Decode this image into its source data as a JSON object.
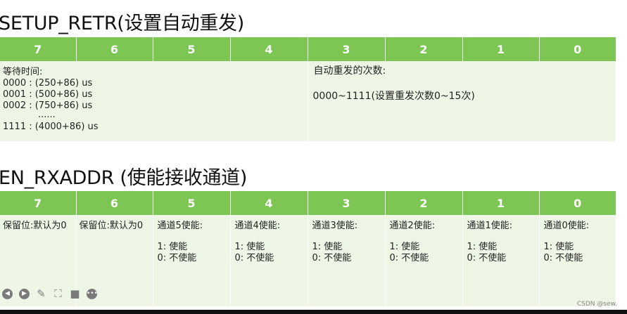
{
  "heading1": "SETUP_RETR(设置自动重发)",
  "heading2": "EN_RXADDR (使能接收通道)",
  "bits": [
    "7",
    "6",
    "5",
    "4",
    "3",
    "2",
    "1",
    "0"
  ],
  "table1": {
    "wait_title": "等待时间:",
    "wait_lines": [
      "0000 : (250+86) us",
      "0001 : (500+86) us",
      "0002 : (750+86) us"
    ],
    "ellipsis": "......",
    "wait_last": "1111 : (4000+86) us",
    "retry_title": "自动重发的次数:",
    "retry_range": "0000~1111(设置重发次数0~15次)"
  },
  "table2": {
    "reserved": "保留位:默认为0",
    "channels": [
      {
        "title": "通道5使能:",
        "on": "1:  使能",
        "off": "0:  不使能"
      },
      {
        "title": "通道4使能:",
        "on": "1:  使能",
        "off": "0:  不使能"
      },
      {
        "title": "通道3使能:",
        "on": "1:  使能",
        "off": "0:  不使能"
      },
      {
        "title": "通道2使能:",
        "on": "1:  使能",
        "off": "0:  不使能"
      },
      {
        "title": "通道1使能:",
        "on": "1:  使能",
        "off": "0:  不使能"
      },
      {
        "title": "通道0使能:",
        "on": "1:  使能",
        "off": "0:  不使能"
      }
    ]
  },
  "watermark": "CSDN @sew.",
  "toolbar_icons": [
    "prev-icon",
    "play-icon",
    "pen-icon",
    "focus-icon",
    "camera-icon",
    "more-icon"
  ]
}
